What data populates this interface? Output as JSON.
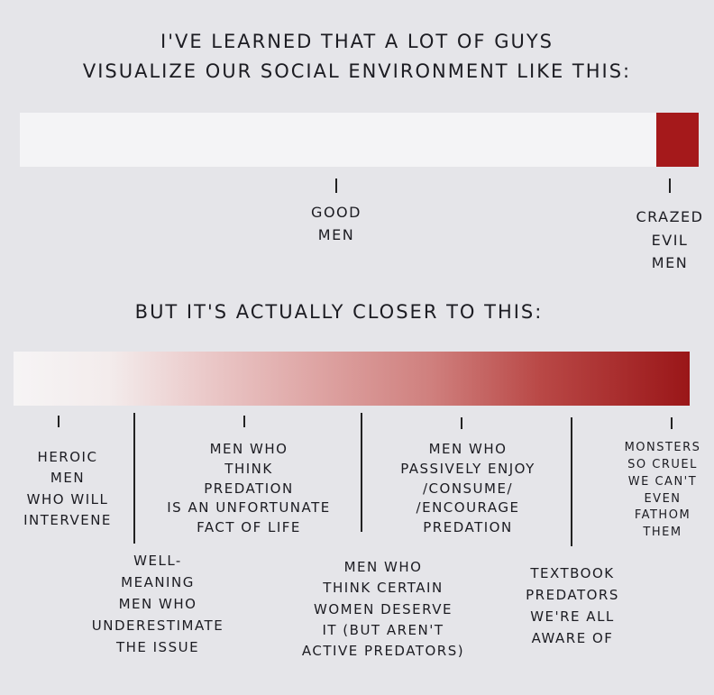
{
  "header": {
    "line1": "I've learned that a lot of guys",
    "line2": "visualize our social environment like this:"
  },
  "perceived": {
    "colors": {
      "white": "#f4f4f6",
      "red": "#a5191b"
    },
    "labels": [
      "Good\nmen",
      "Crazed\nevil\nmen"
    ]
  },
  "subheading": "But it's actually closer to this:",
  "actual": {
    "gradient": [
      "#f6f4f5",
      "#f0dcdc",
      "#e2aaa9",
      "#cd7674",
      "#b23e3c",
      "#9a1618"
    ],
    "upper_labels": [
      "Heroic\nmen\nwho will\nintervene",
      "Men who\nthink\npredation\nis an unfortunate\nfact of life",
      "Men who\npassively enjoy\n/consume/\n/encourage\npredation",
      "Monsters\nso cruel\nwe can't\neven\nfathom\nthem"
    ],
    "lower_labels": [
      "Well-\nmeaning\nmen who\nunderestimate\nthe issue",
      "Men who\nthink certain\nwomen deserve\nit (but aren't\nactive predators)",
      "Textbook\npredators\nwe're all\naware of"
    ]
  }
}
